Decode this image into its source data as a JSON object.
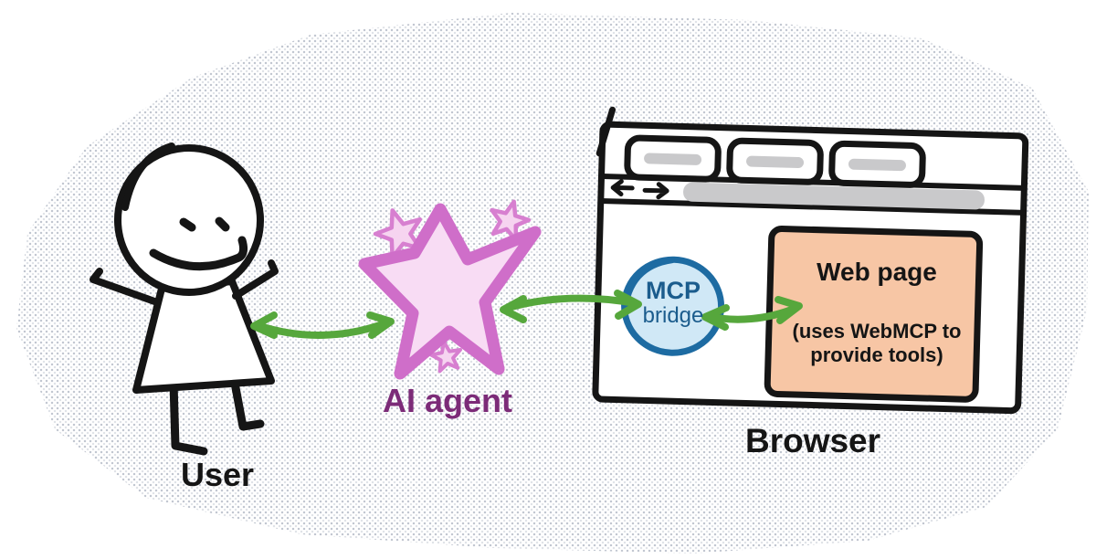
{
  "diagram": {
    "user": {
      "label": "User"
    },
    "ai_agent": {
      "label": "AI agent"
    },
    "browser": {
      "label": "Browser",
      "mcp_bridge": {
        "line1": "MCP",
        "line2": "bridge"
      },
      "web_page": {
        "title": "Web page",
        "subtitle": "(uses WebMCP to provide tools)"
      }
    },
    "connections": [
      {
        "from": "User",
        "to": "AI agent",
        "type": "bidirectional"
      },
      {
        "from": "AI agent",
        "to": "MCP bridge",
        "type": "bidirectional"
      },
      {
        "from": "MCP bridge",
        "to": "Web page",
        "type": "bidirectional"
      }
    ],
    "colors": {
      "ink": "#151515",
      "arrow_green": "#56a73c",
      "star_stroke": "#cf6ec9",
      "star_fill": "#f8dcf4",
      "agent_text": "#7c2b78",
      "mcp_stroke": "#1d6ba2",
      "mcp_fill": "#d0e8f6",
      "mcp_text": "#1b5c8d",
      "webpage_fill": "#f7c6a5",
      "gray_bar": "#c9c9cb"
    }
  }
}
